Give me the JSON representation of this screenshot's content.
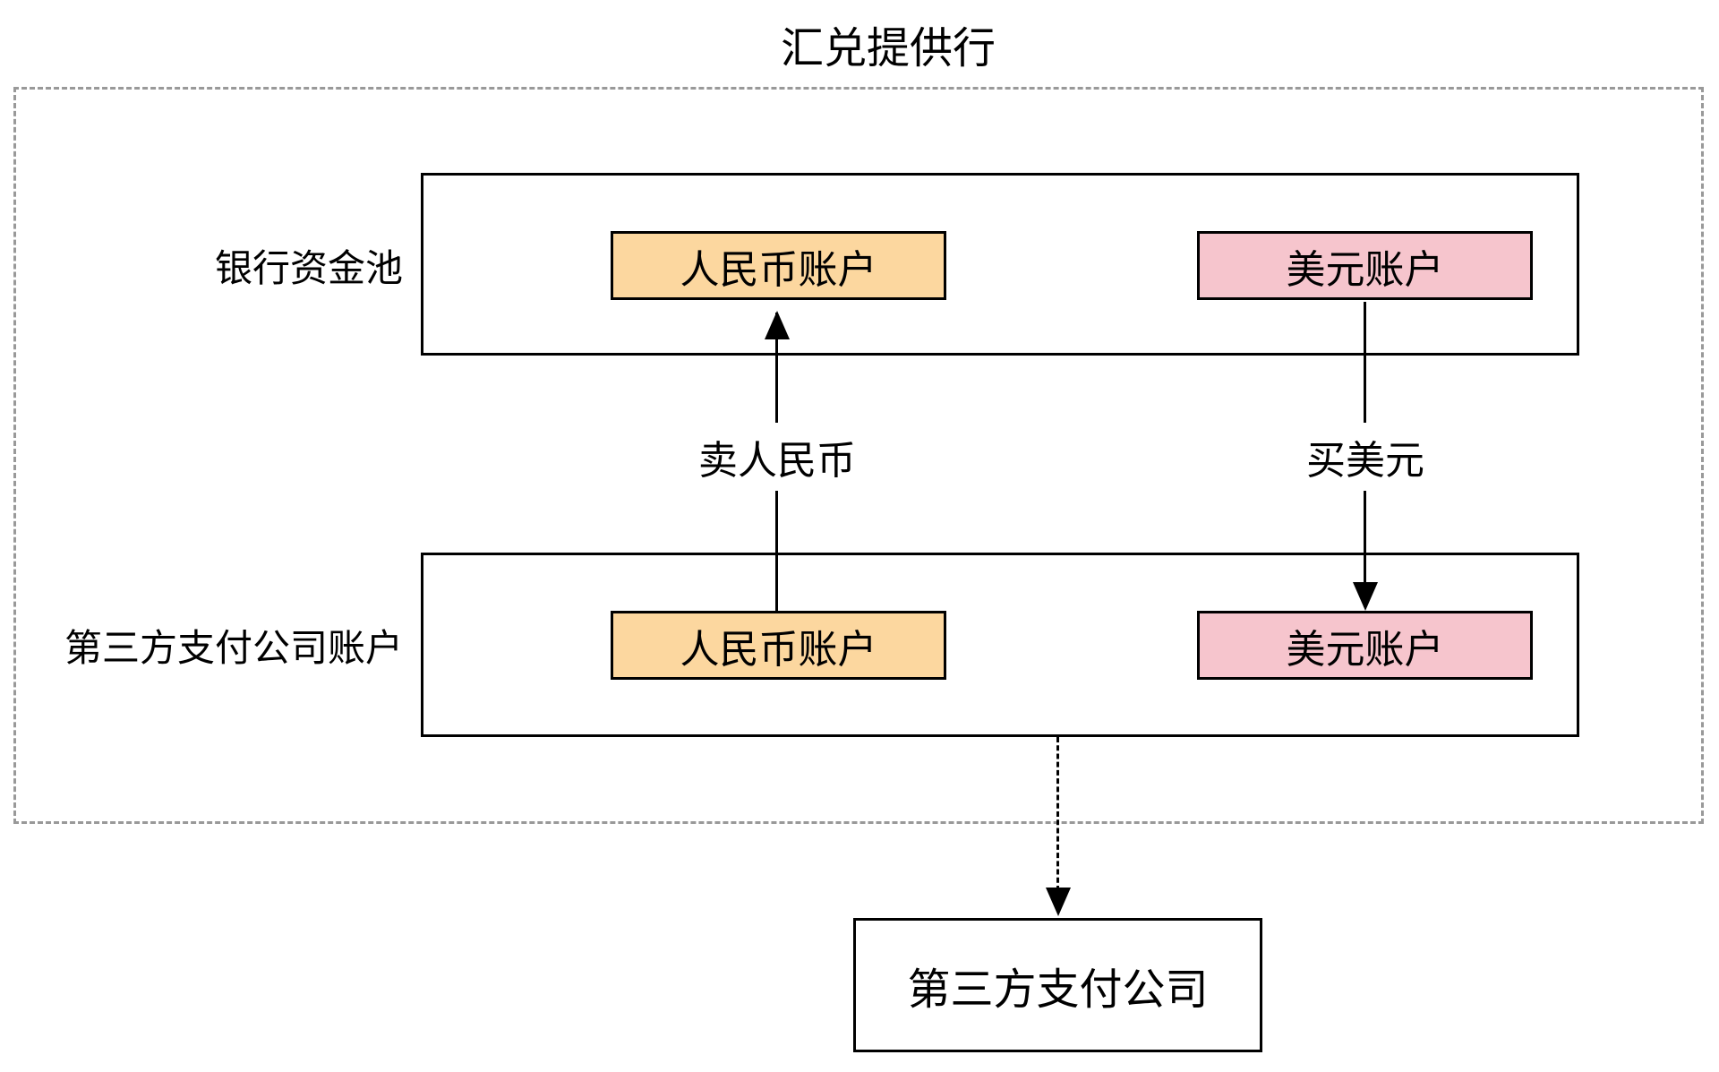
{
  "diagram": {
    "title": "汇兑提供行",
    "outer_group": {
      "border_color": "#999999",
      "border_style": "dashed"
    },
    "bank_pool": {
      "label": "银行资金池",
      "accounts": [
        {
          "label": "人民币账户",
          "currency": "RMB",
          "fill": "#FCD79F"
        },
        {
          "label": "美元账户",
          "currency": "USD",
          "fill": "#F6C5CD"
        }
      ]
    },
    "third_party_accounts": {
      "label": "第三方支付公司账户",
      "accounts": [
        {
          "label": "人民币账户",
          "currency": "RMB",
          "fill": "#FCD79F"
        },
        {
          "label": "美元账户",
          "currency": "USD",
          "fill": "#F6C5CD"
        }
      ]
    },
    "flows": [
      {
        "label": "卖人民币",
        "direction": "up",
        "style": "solid",
        "from": "第三方支付公司账户/人民币账户",
        "to": "银行资金池/人民币账户"
      },
      {
        "label": "买美元",
        "direction": "down",
        "style": "solid",
        "from": "银行资金池/美元账户",
        "to": "第三方支付公司账户/美元账户"
      },
      {
        "label": "",
        "direction": "down",
        "style": "dashed",
        "from": "第三方支付公司账户",
        "to": "第三方支付公司"
      }
    ],
    "company": {
      "label": "第三方支付公司"
    },
    "colors": {
      "line": "#000000",
      "rmb_fill": "#FCD79F",
      "usd_fill": "#F6C5CD",
      "dashed_border": "#999999"
    }
  }
}
